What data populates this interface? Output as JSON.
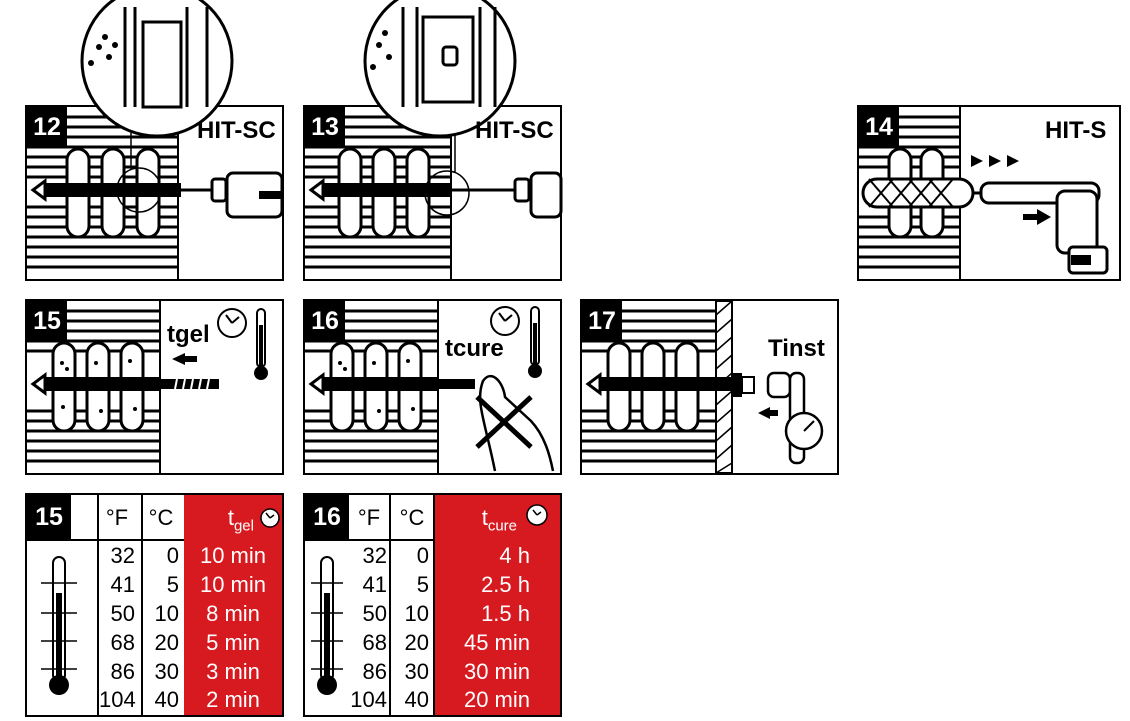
{
  "steps": [
    {
      "number": "12",
      "label": "HIT-SC"
    },
    {
      "number": "13",
      "label": "HIT-SC"
    },
    {
      "number": "14",
      "label": "HIT-S"
    },
    {
      "number": "15",
      "label": "tgel"
    },
    {
      "number": "16",
      "label": "tcure"
    },
    {
      "number": "17",
      "label": "Tinst"
    }
  ],
  "gel_table": {
    "number": "15",
    "col_f": "°F",
    "col_c": "°C",
    "col_t_main": "t",
    "col_t_sub": "gel",
    "rows": [
      {
        "f": "32",
        "c": "0",
        "t": "10 min"
      },
      {
        "f": "41",
        "c": "5",
        "t": "10 min"
      },
      {
        "f": "50",
        "c": "10",
        "t": "8 min"
      },
      {
        "f": "68",
        "c": "20",
        "t": "5 min"
      },
      {
        "f": "86",
        "c": "30",
        "t": "3 min"
      },
      {
        "f": "104",
        "c": "40",
        "t": "2 min"
      }
    ]
  },
  "cure_table": {
    "number": "16",
    "col_f": "°F",
    "col_c": "°C",
    "col_t_main": "t",
    "col_t_sub": "cure",
    "rows": [
      {
        "f": "32",
        "c": "0",
        "t": "4 h"
      },
      {
        "f": "41",
        "c": "5",
        "t": "2.5 h"
      },
      {
        "f": "50",
        "c": "10",
        "t": "1.5 h"
      },
      {
        "f": "68",
        "c": "20",
        "t": "45 min"
      },
      {
        "f": "86",
        "c": "30",
        "t": "30 min"
      },
      {
        "f": "104",
        "c": "40",
        "t": "20 min"
      }
    ]
  },
  "colors": {
    "accent_red": "#d71920",
    "ink": "#000000"
  }
}
